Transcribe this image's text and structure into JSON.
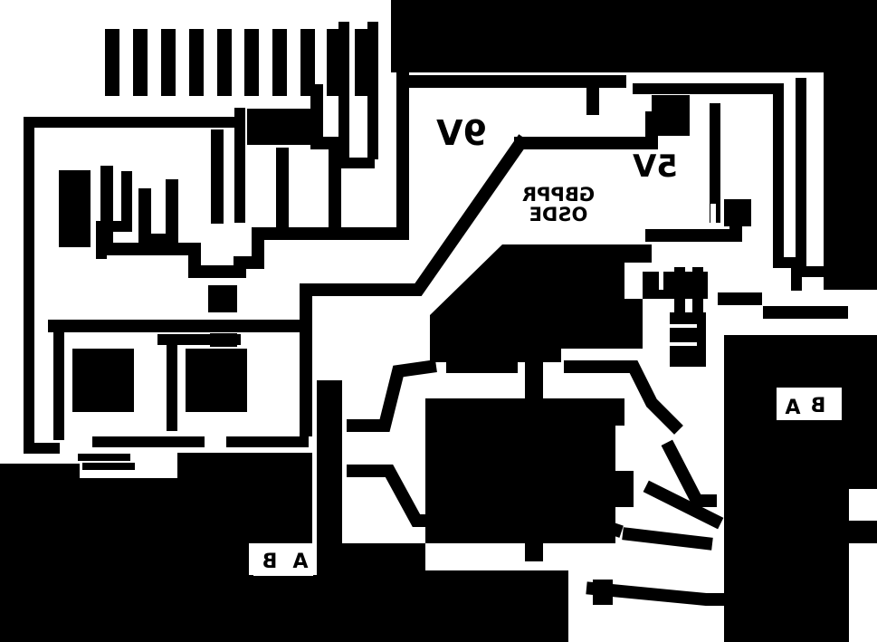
{
  "board": {
    "copper_color": "#000000",
    "substrate_color": "#ffffff",
    "mirrored_text": true
  },
  "labels": {
    "voltage_9v": "9V",
    "voltage_5v": "5V",
    "mark_line1": "GBPPR",
    "mark_line2": "OSDE",
    "left_connector_b": "B",
    "left_connector_a": "A",
    "right_connector_a": "A",
    "right_connector_b": "B"
  }
}
